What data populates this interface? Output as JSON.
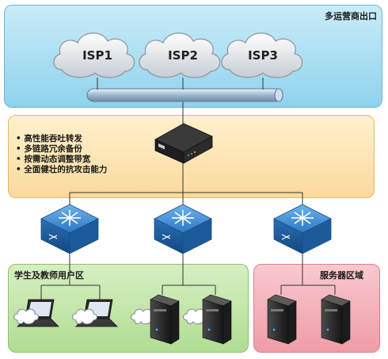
{
  "zones": {
    "isp": {
      "label": "多运营商出口"
    },
    "gateway": {
      "features": [
        "高性能吞吐转发",
        "多链路冗余备份",
        "按需动态调整带宽",
        "全面健壮的抗攻击能力"
      ]
    },
    "users": {
      "label": "学生及教师用户区"
    },
    "servers": {
      "label": "服务器区域"
    }
  },
  "isps": [
    {
      "label": "ISP1"
    },
    {
      "label": "ISP2"
    },
    {
      "label": "ISP3"
    }
  ],
  "colors": {
    "isp_zone": "#8cd0ea",
    "gateway_zone": "#fbdfa6",
    "users_zone": "#bfe3a4",
    "servers_zone": "#f2a6ae",
    "switch_blue": "#1f6ab5",
    "device_dark": "#2b2b2b"
  }
}
